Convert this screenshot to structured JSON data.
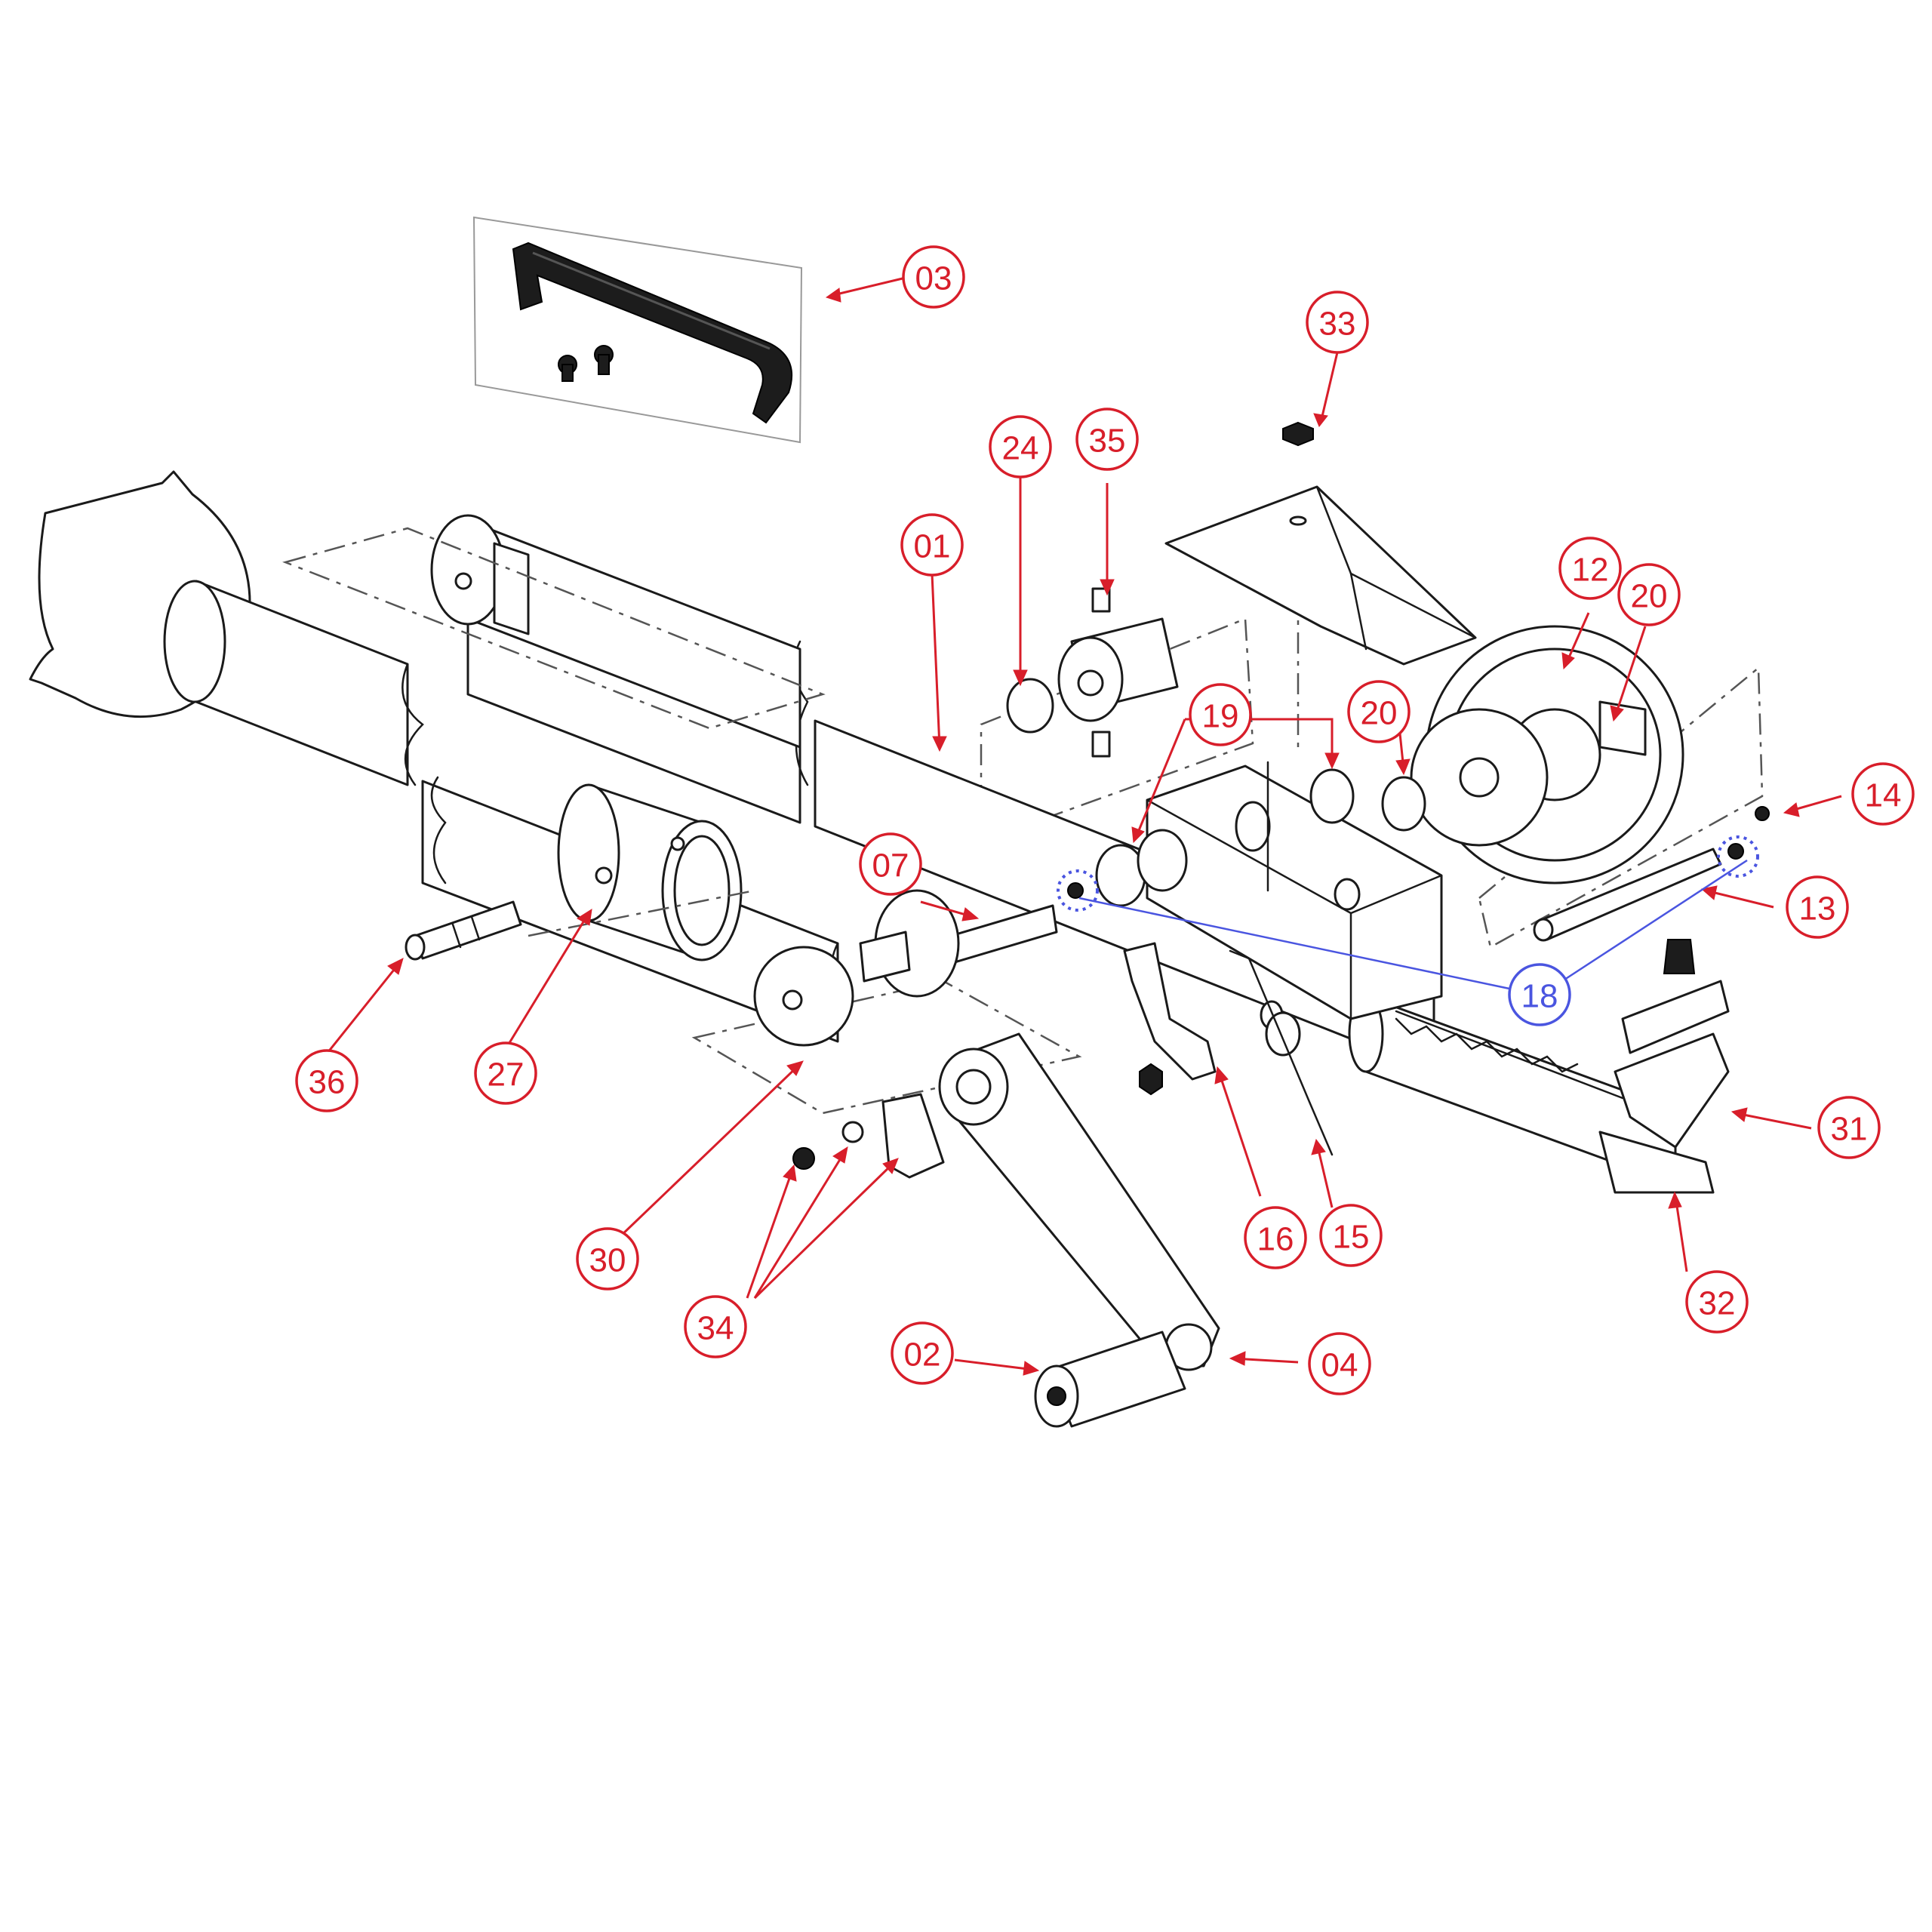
{
  "colors": {
    "callout": "#d81e2a",
    "highlight": "#4a55e0",
    "line": "#1a1a1a",
    "background": "#ffffff"
  },
  "callouts": [
    {
      "id": "c03",
      "label": "03"
    },
    {
      "id": "c33",
      "label": "33"
    },
    {
      "id": "c24",
      "label": "24"
    },
    {
      "id": "c35",
      "label": "35"
    },
    {
      "id": "c01",
      "label": "01"
    },
    {
      "id": "c12",
      "label": "12"
    },
    {
      "id": "c20a",
      "label": "20"
    },
    {
      "id": "c19",
      "label": "19"
    },
    {
      "id": "c20b",
      "label": "20"
    },
    {
      "id": "c14",
      "label": "14"
    },
    {
      "id": "c07",
      "label": "07"
    },
    {
      "id": "c13",
      "label": "13"
    },
    {
      "id": "c18",
      "label": "18",
      "highlighted": true
    },
    {
      "id": "c36",
      "label": "36"
    },
    {
      "id": "c27",
      "label": "27"
    },
    {
      "id": "c31",
      "label": "31"
    },
    {
      "id": "c16",
      "label": "16"
    },
    {
      "id": "c15",
      "label": "15"
    },
    {
      "id": "c30",
      "label": "30"
    },
    {
      "id": "c32",
      "label": "32"
    },
    {
      "id": "c34",
      "label": "34"
    },
    {
      "id": "c02",
      "label": "02"
    },
    {
      "id": "c04",
      "label": "04"
    }
  ]
}
